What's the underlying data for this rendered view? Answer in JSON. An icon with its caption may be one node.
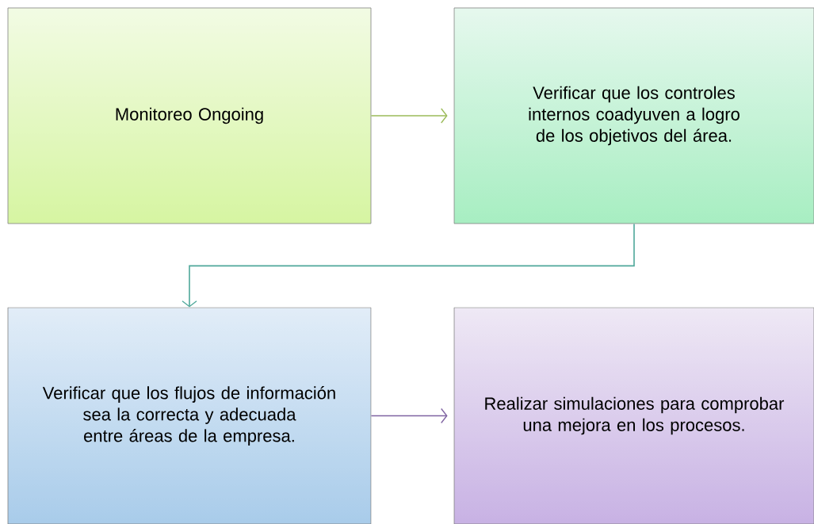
{
  "diagram": {
    "nodes": [
      {
        "text": [
          "Monitoreo Ongoing"
        ]
      },
      {
        "text": [
          "Verificar que los controles internos coadyuven a logro de los objetivos del área."
        ]
      },
      {
        "text": [
          "Verificar que los flujos de información sea la correcta y adecuada entre áreas de la empresa."
        ]
      },
      {
        "text": [
          "Realizar simulaciones para comprobar una mejora en los procesos."
        ]
      }
    ],
    "edges": [
      {
        "from": 0,
        "to": 1,
        "arrow": "to",
        "color": "#9bbb59"
      },
      {
        "from": 1,
        "to": 2,
        "arrow": "to",
        "color": "#4fa89a"
      },
      {
        "from": 2,
        "to": 3,
        "arrow": "to",
        "color": "#8064a2"
      }
    ]
  }
}
